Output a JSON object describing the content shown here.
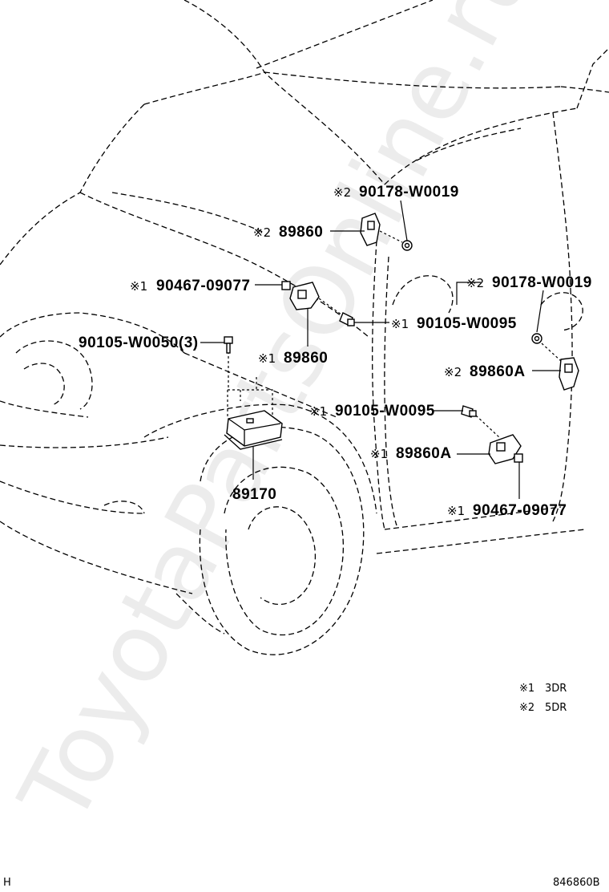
{
  "watermark": "ToyotaPartsOnline.ru",
  "callouts": {
    "bolt_top_right_2": {
      "mark": "※2",
      "part": "90178-W0019"
    },
    "sensor_pillar_top": {
      "mark": "※2",
      "part": "89860"
    },
    "nut_left": {
      "mark": "※1",
      "part": "90467-09077"
    },
    "bolt_mid": {
      "mark": "※1",
      "part": "90105-W0095"
    },
    "bolt_rear_2": {
      "mark": "※2",
      "part": "90178-W0019"
    },
    "bolt_ecu": {
      "mark": "",
      "part": "90105-W0050(3)"
    },
    "sensor_mid": {
      "mark": "※1",
      "part": "89860"
    },
    "sensor_rear_2": {
      "mark": "※2",
      "part": "89860A"
    },
    "bolt_lower": {
      "mark": "※1",
      "part": "90105-W0095"
    },
    "sensor_lower": {
      "mark": "※1",
      "part": "89860A"
    },
    "ecu": {
      "mark": "",
      "part": "89170"
    },
    "nut_lower": {
      "mark": "※1",
      "part": "90467-09077"
    }
  },
  "legend": [
    {
      "mark": "※1",
      "text": "3DR"
    },
    {
      "mark": "※2",
      "text": "5DR"
    }
  ],
  "footer": {
    "left_code": "H",
    "diagram_id": "846860B"
  }
}
